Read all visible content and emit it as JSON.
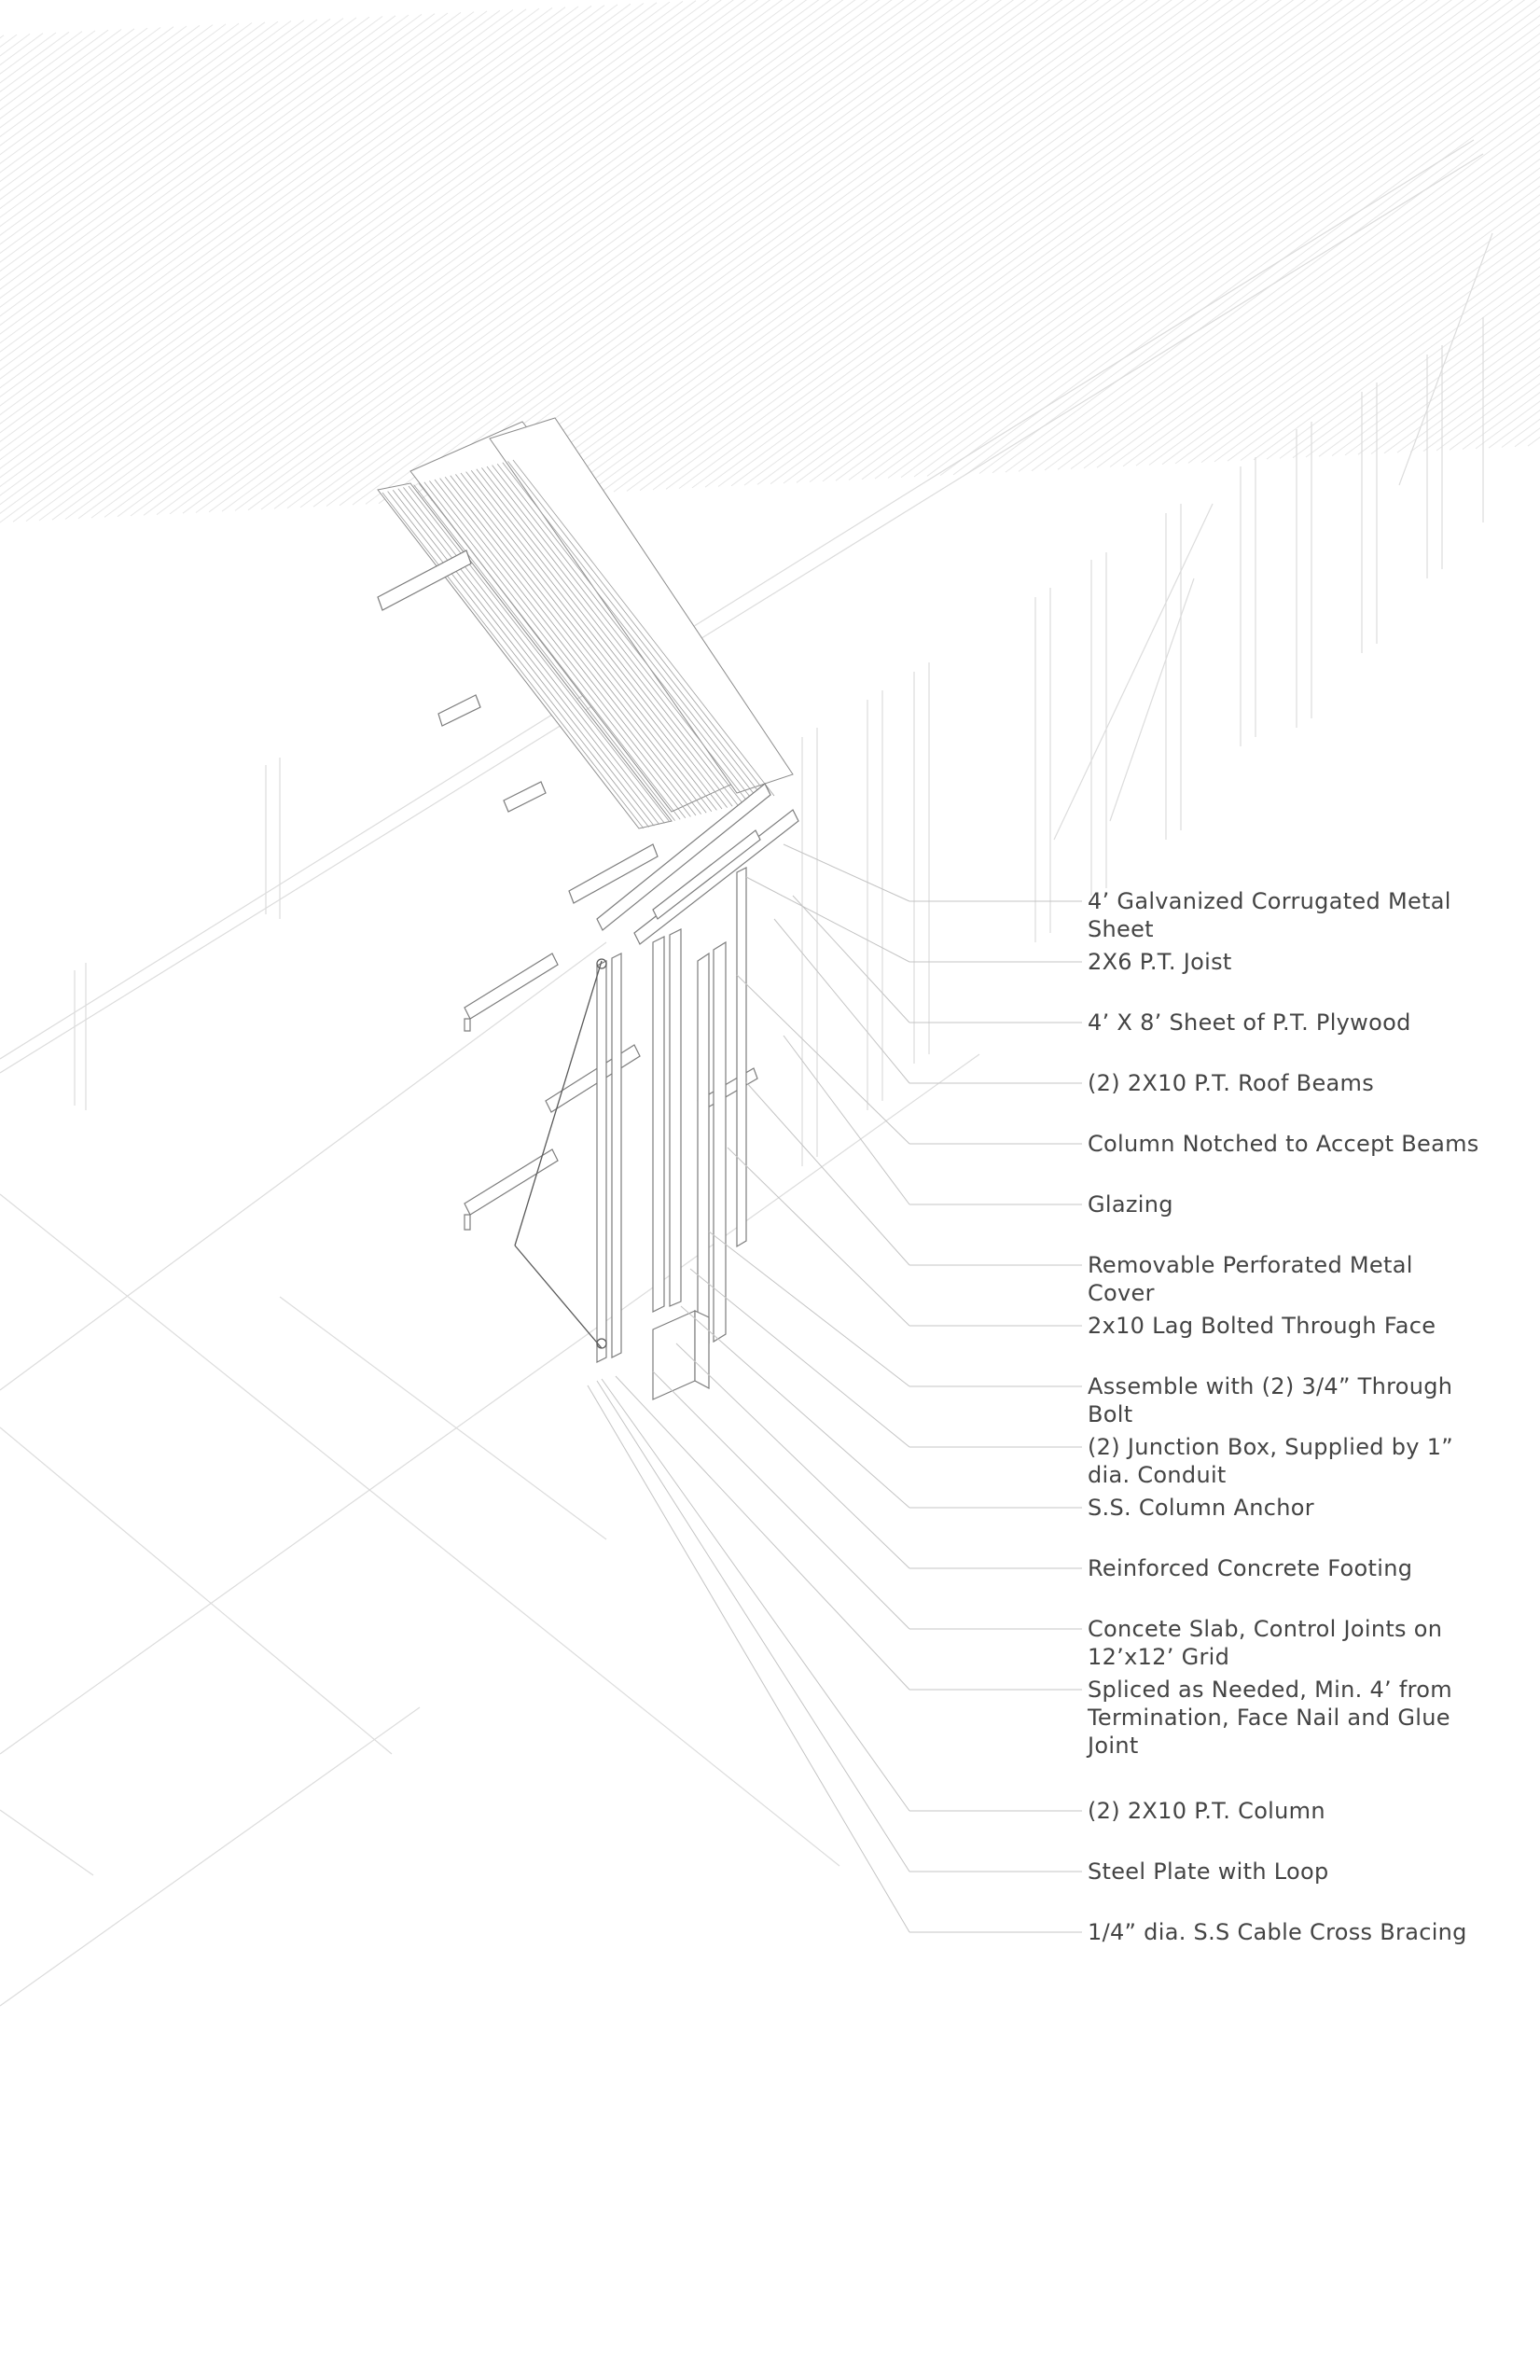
{
  "diagram": {
    "callouts": [
      "4’ Galvanized Corrugated Metal Sheet",
      "2X6 P.T. Joist",
      "4’ X 8’ Sheet of P.T. Plywood",
      "(2) 2X10 P.T. Roof Beams",
      "Column Notched to Accept Beams",
      "Glazing",
      "Removable Perforated Metal Cover",
      "2x10 Lag Bolted Through Face",
      "Assemble with (2) 3/4” Through Bolt",
      "(2)  Junction Box, Supplied by 1” dia. Conduit",
      "S.S. Column Anchor",
      "Reinforced Concrete Footing",
      "Concete Slab, Control Joints on 12’x12’ Grid",
      "Spliced as Needed, Min. 4’ from Termination, Face Nail and Glue Joint",
      "(2) 2X10 P.T. Column",
      "Steel Plate with Loop",
      "1/4” dia. S.S Cable Cross Bracing"
    ],
    "colors": {
      "text": "#444444",
      "linework": "#9a9a9a",
      "faint_linework": "#dedede",
      "leader": "#c4c4c4"
    }
  }
}
